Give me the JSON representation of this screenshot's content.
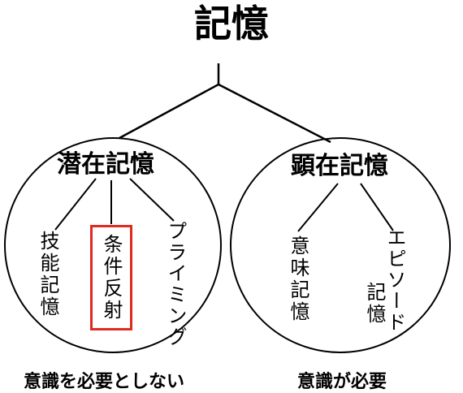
{
  "root": {
    "title": "記憶"
  },
  "implicit": {
    "title": "潜在記憶",
    "children": [
      "技能記憶",
      "条件反射",
      "プライミング"
    ],
    "highlighted": "条件反射",
    "highlight_color": "#e02a1f",
    "footer": "意識を必要としない"
  },
  "explicit": {
    "title": "顕在記憶",
    "children": [
      "意味記憶"
    ],
    "episode_line1": "エピソード",
    "episode_line2": "記憶",
    "footer": "意識が必要"
  }
}
